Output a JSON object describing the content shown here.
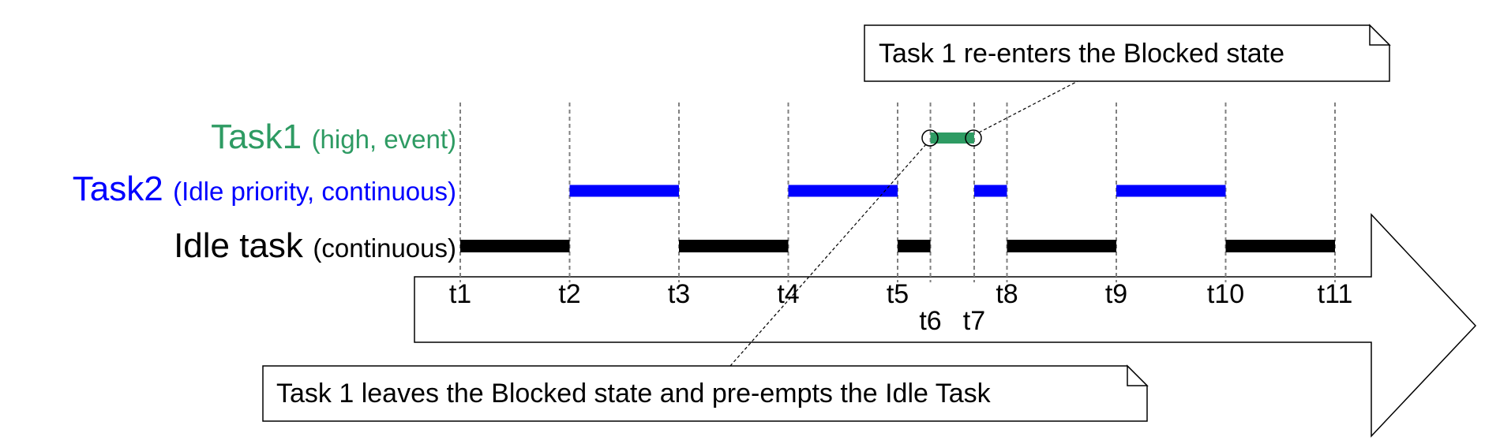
{
  "timeline": {
    "ticks": [
      {
        "label": "t1",
        "t": 1
      },
      {
        "label": "t2",
        "t": 2
      },
      {
        "label": "t3",
        "t": 3
      },
      {
        "label": "t4",
        "t": 4
      },
      {
        "label": "t5",
        "t": 5
      },
      {
        "label": "t6",
        "t": 5.3
      },
      {
        "label": "t7",
        "t": 5.7
      },
      {
        "label": "t8",
        "t": 6
      },
      {
        "label": "t9",
        "t": 7
      },
      {
        "label": "t10",
        "t": 8
      },
      {
        "label": "t11",
        "t": 9
      }
    ]
  },
  "tasks": [
    {
      "key": "task1",
      "name": "Task1",
      "detail": "(high, event)",
      "color": "#2e9b63",
      "segments": [
        [
          5.3,
          5.7
        ]
      ]
    },
    {
      "key": "task2",
      "name": "Task2",
      "detail": "(Idle priority, continuous)",
      "color": "#0000ff",
      "segments": [
        [
          2,
          3
        ],
        [
          4,
          5
        ],
        [
          5.7,
          6
        ],
        [
          7,
          8
        ]
      ]
    },
    {
      "key": "idle",
      "name": "Idle task",
      "detail": "(continuous)",
      "color": "#000000",
      "segments": [
        [
          1,
          2
        ],
        [
          3,
          4
        ],
        [
          5,
          5.3
        ],
        [
          6,
          7
        ],
        [
          8,
          9
        ]
      ]
    }
  ],
  "callouts": {
    "reenter": "Task 1 re-enters the Blocked state",
    "leave": "Task 1 leaves the Blocked state and pre-empts the Idle Task"
  }
}
